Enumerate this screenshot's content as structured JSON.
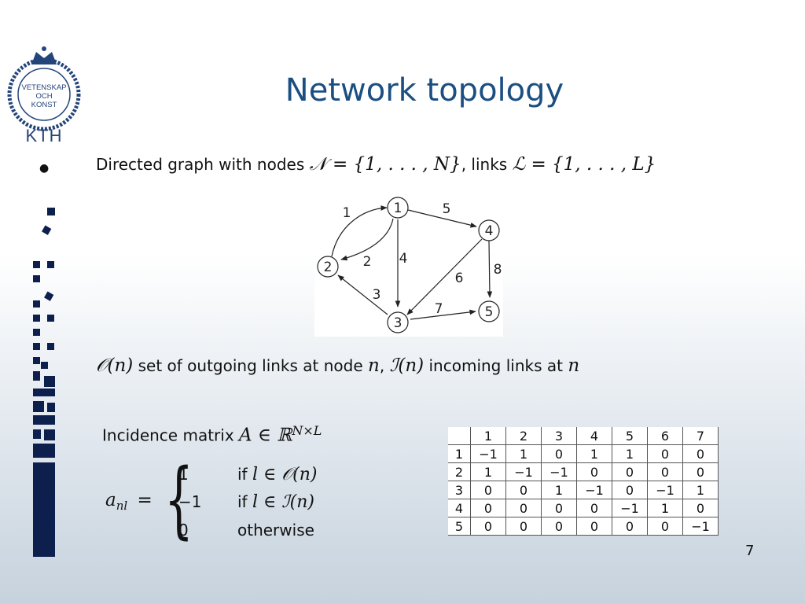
{
  "logo": {
    "text": "KTH",
    "seal_text": "VETENSKAP OCH KONST"
  },
  "slide": {
    "title": "Network topology",
    "bullet1": {
      "prefix": "Directed graph with nodes ",
      "nodes_math": "𝒩 = {1, . . . , N}",
      "middle": ", links ",
      "links_math": "ℒ = {1, . . . , L}"
    },
    "sets": {
      "out_math": "𝒪(n)",
      "out_text": " set of outgoing links at node ",
      "n1": "n",
      "comma": ", ",
      "in_math": "ℐ(n)",
      "in_text": " incoming links at ",
      "n2": "n"
    },
    "incidence": {
      "label": "Incidence matrix ",
      "math": "A ∈ ℝ",
      "sup": "N×L"
    },
    "formula": {
      "lhs": "a",
      "lhs_sub": "nl",
      "equals": "=",
      "cases": [
        {
          "value": "1",
          "cond_word": "if ",
          "cond_math": "l ∈ 𝒪(n)"
        },
        {
          "value": "−1",
          "cond_word": "if ",
          "cond_math": "l ∈ ℐ(n)"
        },
        {
          "value": "0",
          "cond_word": "otherwise",
          "cond_math": ""
        }
      ]
    },
    "page_number": "7"
  },
  "graph": {
    "nodes": [
      "1",
      "2",
      "3",
      "4",
      "5"
    ],
    "links": [
      "1",
      "2",
      "3",
      "4",
      "5",
      "6",
      "7",
      "8"
    ],
    "edges": [
      {
        "link": "1",
        "from": "2",
        "to": "1"
      },
      {
        "link": "2",
        "from": "1",
        "to": "2"
      },
      {
        "link": "3",
        "from": "3",
        "to": "2"
      },
      {
        "link": "4",
        "from": "1",
        "to": "3"
      },
      {
        "link": "5",
        "from": "1",
        "to": "4"
      },
      {
        "link": "6",
        "from": "4",
        "to": "3"
      },
      {
        "link": "7",
        "from": "3",
        "to": "5"
      },
      {
        "link": "8",
        "from": "4",
        "to": "5"
      }
    ]
  },
  "matrix": {
    "col_headers": [
      "1",
      "2",
      "3",
      "4",
      "5",
      "6",
      "7"
    ],
    "rows": [
      {
        "label": "1",
        "values": [
          "−1",
          "1",
          "0",
          "1",
          "1",
          "0",
          "0"
        ]
      },
      {
        "label": "2",
        "values": [
          "1",
          "−1",
          "−1",
          "0",
          "0",
          "0",
          "0"
        ]
      },
      {
        "label": "3",
        "values": [
          "0",
          "0",
          "1",
          "−1",
          "0",
          "−1",
          "1"
        ]
      },
      {
        "label": "4",
        "values": [
          "0",
          "0",
          "0",
          "0",
          "−1",
          "1",
          "0"
        ]
      },
      {
        "label": "5",
        "values": [
          "0",
          "0",
          "0",
          "0",
          "0",
          "0",
          "−1"
        ]
      }
    ]
  },
  "colors": {
    "title": "#1b4f82",
    "decoration": "#0d1f4d",
    "logo": "#24457a"
  }
}
